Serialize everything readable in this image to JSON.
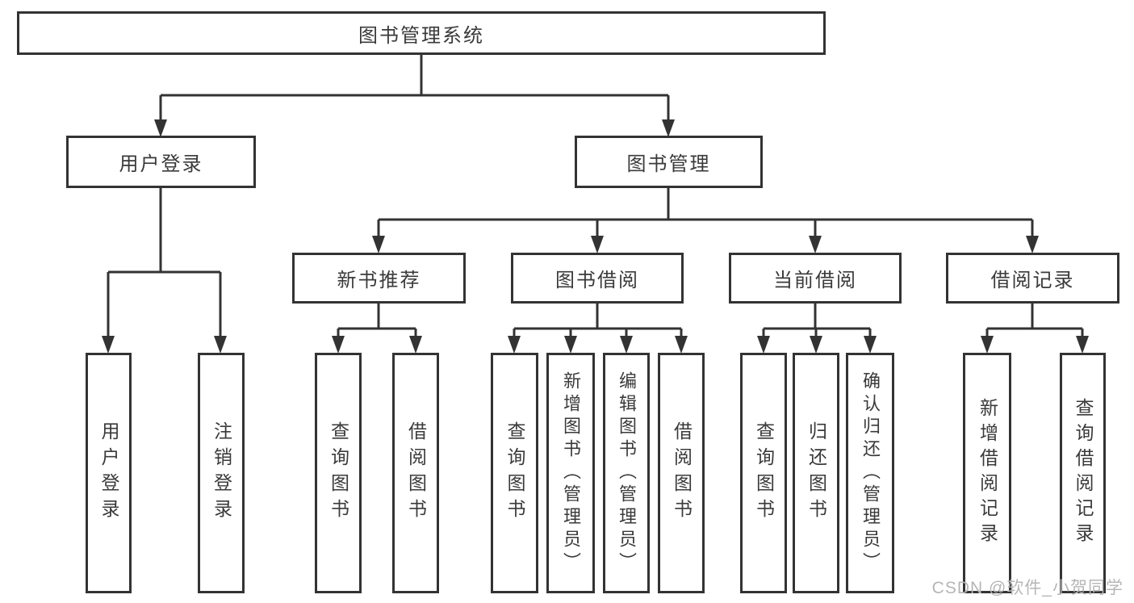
{
  "diagram": {
    "type": "tree",
    "line_color": "#333333",
    "text_color": "#3a3a3a",
    "watermark": "CSDN @软件_小贺同学",
    "nodes": {
      "root": {
        "label": "图书管理系统"
      },
      "user_login": {
        "label": "用户登录"
      },
      "book_management": {
        "label": "图书管理"
      },
      "new_book_rec": {
        "label": "新书推荐"
      },
      "book_borrow": {
        "label": "图书借阅"
      },
      "current_borrow": {
        "label": "当前借阅"
      },
      "borrow_records": {
        "label": "借阅记录"
      },
      "leaf_user_login": {
        "label": "用户登录"
      },
      "leaf_logout": {
        "label": "注销登录"
      },
      "leaf_nb_query": {
        "label": "查询图书"
      },
      "leaf_nb_borrow": {
        "label": "借阅图书"
      },
      "leaf_bb_query": {
        "label": "查询图书"
      },
      "leaf_bb_add": {
        "label": "新增图书（管理员）"
      },
      "leaf_bb_edit": {
        "label": "编辑图书（管理员）"
      },
      "leaf_bb_borrow": {
        "label": "借阅图书"
      },
      "leaf_cb_query": {
        "label": "查询图书"
      },
      "leaf_cb_return": {
        "label": "归还图书"
      },
      "leaf_cb_confirm": {
        "label": "确认归还（管理员）"
      },
      "leaf_br_add": {
        "label": "新增借阅记录"
      },
      "leaf_br_query": {
        "label": "查询借阅记录"
      }
    },
    "edges": [
      "图书管理系统→用户登录",
      "图书管理系统→图书管理",
      "用户登录→用户登录(叶)",
      "用户登录→注销登录",
      "图书管理→新书推荐",
      "图书管理→图书借阅",
      "图书管理→当前借阅",
      "图书管理→借阅记录",
      "新书推荐→查询图书",
      "新书推荐→借阅图书",
      "图书借阅→查询图书",
      "图书借阅→新增图书（管理员）",
      "图书借阅→编辑图书（管理员）",
      "图书借阅→借阅图书",
      "当前借阅→查询图书",
      "当前借阅→归还图书",
      "当前借阅→确认归还（管理员）",
      "借阅记录→新增借阅记录",
      "借阅记录→查询借阅记录"
    ]
  }
}
